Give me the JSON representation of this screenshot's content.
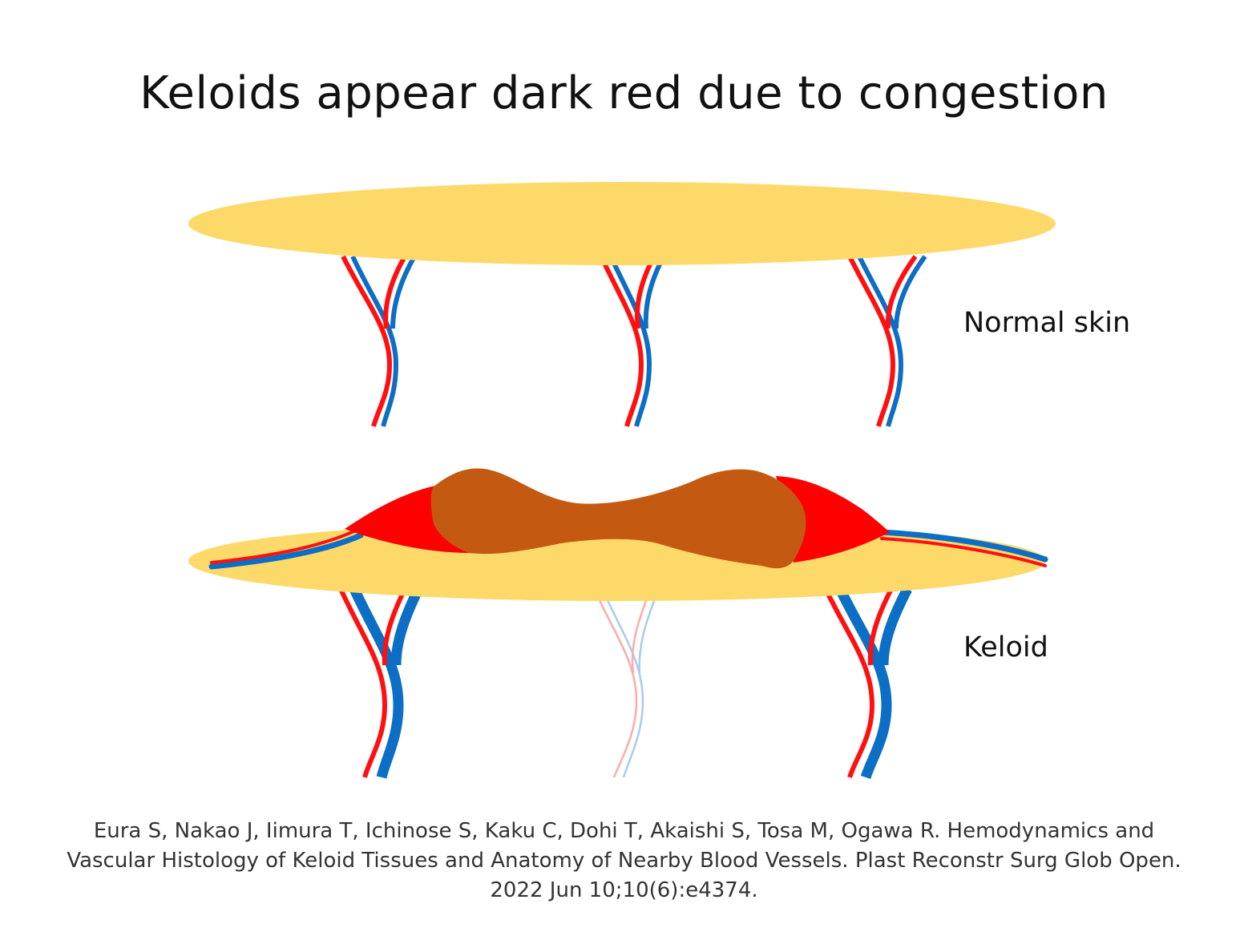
{
  "title": "Keloids appear dark red due to congestion",
  "labels": {
    "normal_skin": "Normal skin",
    "keloid": "Keloid"
  },
  "citation": {
    "line1": "Eura S, Nakao J, Iimura T, Ichinose S, Kaku C, Dohi T, Akaishi S, Tosa M, Ogawa R. Hemodynamics and",
    "line2": "Vascular Histology of Keloid Tissues and Anatomy of Nearby Blood Vessels. Plast Reconstr Surg Glob Open.",
    "line3": "2022 Jun 10;10(6):e4374."
  },
  "colors": {
    "skin": "#fdd96a",
    "artery": "#ff1010",
    "vein": "#0c6ec4",
    "keloid_core": "#c45a12",
    "keloid_edge": "#ff0000"
  }
}
